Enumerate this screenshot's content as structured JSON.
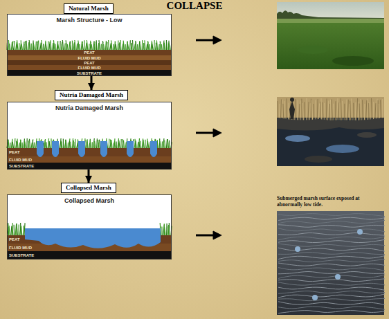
{
  "diagram": {
    "title": "COLLAPSE",
    "nodes": [
      {
        "text": [
          "Natural Marsh"
        ]
      },
      {
        "text": [
          "Marsh Structure - Low"
        ]
      },
      {
        "text": [
          "Nutria Damaged Marsh"
        ]
      },
      {
        "text": [
          "Nutria Damaged Marsh"
        ]
      },
      {
        "text": [
          "Collapsed Marsh"
        ]
      },
      {
        "text": [
          "Collapsed Marsh"
        ]
      }
    ],
    "edges": [
      {
        "from": 1,
        "to": 2,
        "arrow": "to"
      },
      {
        "from": 3,
        "to": 4,
        "arrow": "to"
      }
    ],
    "labels": [
      "PEAT",
      "FLUID MUD",
      "PEAT",
      "FLUID MUD",
      "SUBSTRATE",
      "PEAT",
      "FLUID MUD",
      "SUBSTRATE",
      "PEAT",
      "FLUID MUD",
      "SUBSTRATE",
      "Submerged marsh surface exposed at abnormally low tide."
    ]
  }
}
